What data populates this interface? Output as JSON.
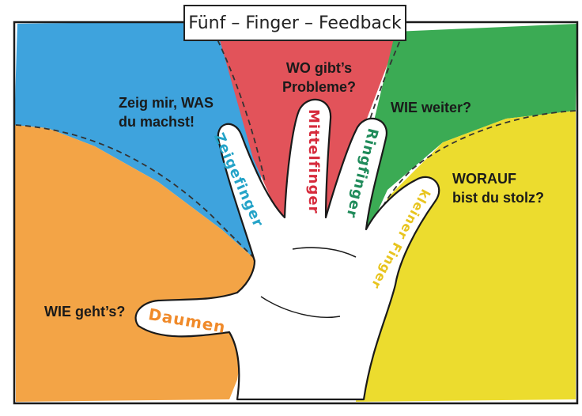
{
  "title": "Fünf – Finger – Feedback",
  "questions": {
    "zeigefinger": [
      "Zeig mir, WAS",
      "du machst!"
    ],
    "mittelfinger": [
      "WO gibt’s",
      "Probleme?"
    ],
    "ringfinger": "WIE weiter?",
    "kleiner_finger": [
      "WORAUF",
      "bist du stolz?"
    ],
    "daumen": "WIE geht’s?"
  },
  "finger_labels": {
    "daumen": "Daumen",
    "zeigefinger": "Zeigefinger",
    "mittelfinger": "Mittelfinger",
    "ringfinger": "Ringfinger",
    "kleiner_finger": "kleiner Finger"
  },
  "colors": {
    "blue": "#3ea3dd",
    "red": "#e2535a",
    "green": "#3bab54",
    "orange": "#f3a446",
    "yellow": "#ecdc2e",
    "label_daumen": "#f08a2a",
    "label_zeigefinger": "#24a3c8",
    "label_mittelfinger": "#d62b3c",
    "label_ringfinger": "#1f8b5a",
    "label_kleiner_finger": "#e8c41e"
  }
}
